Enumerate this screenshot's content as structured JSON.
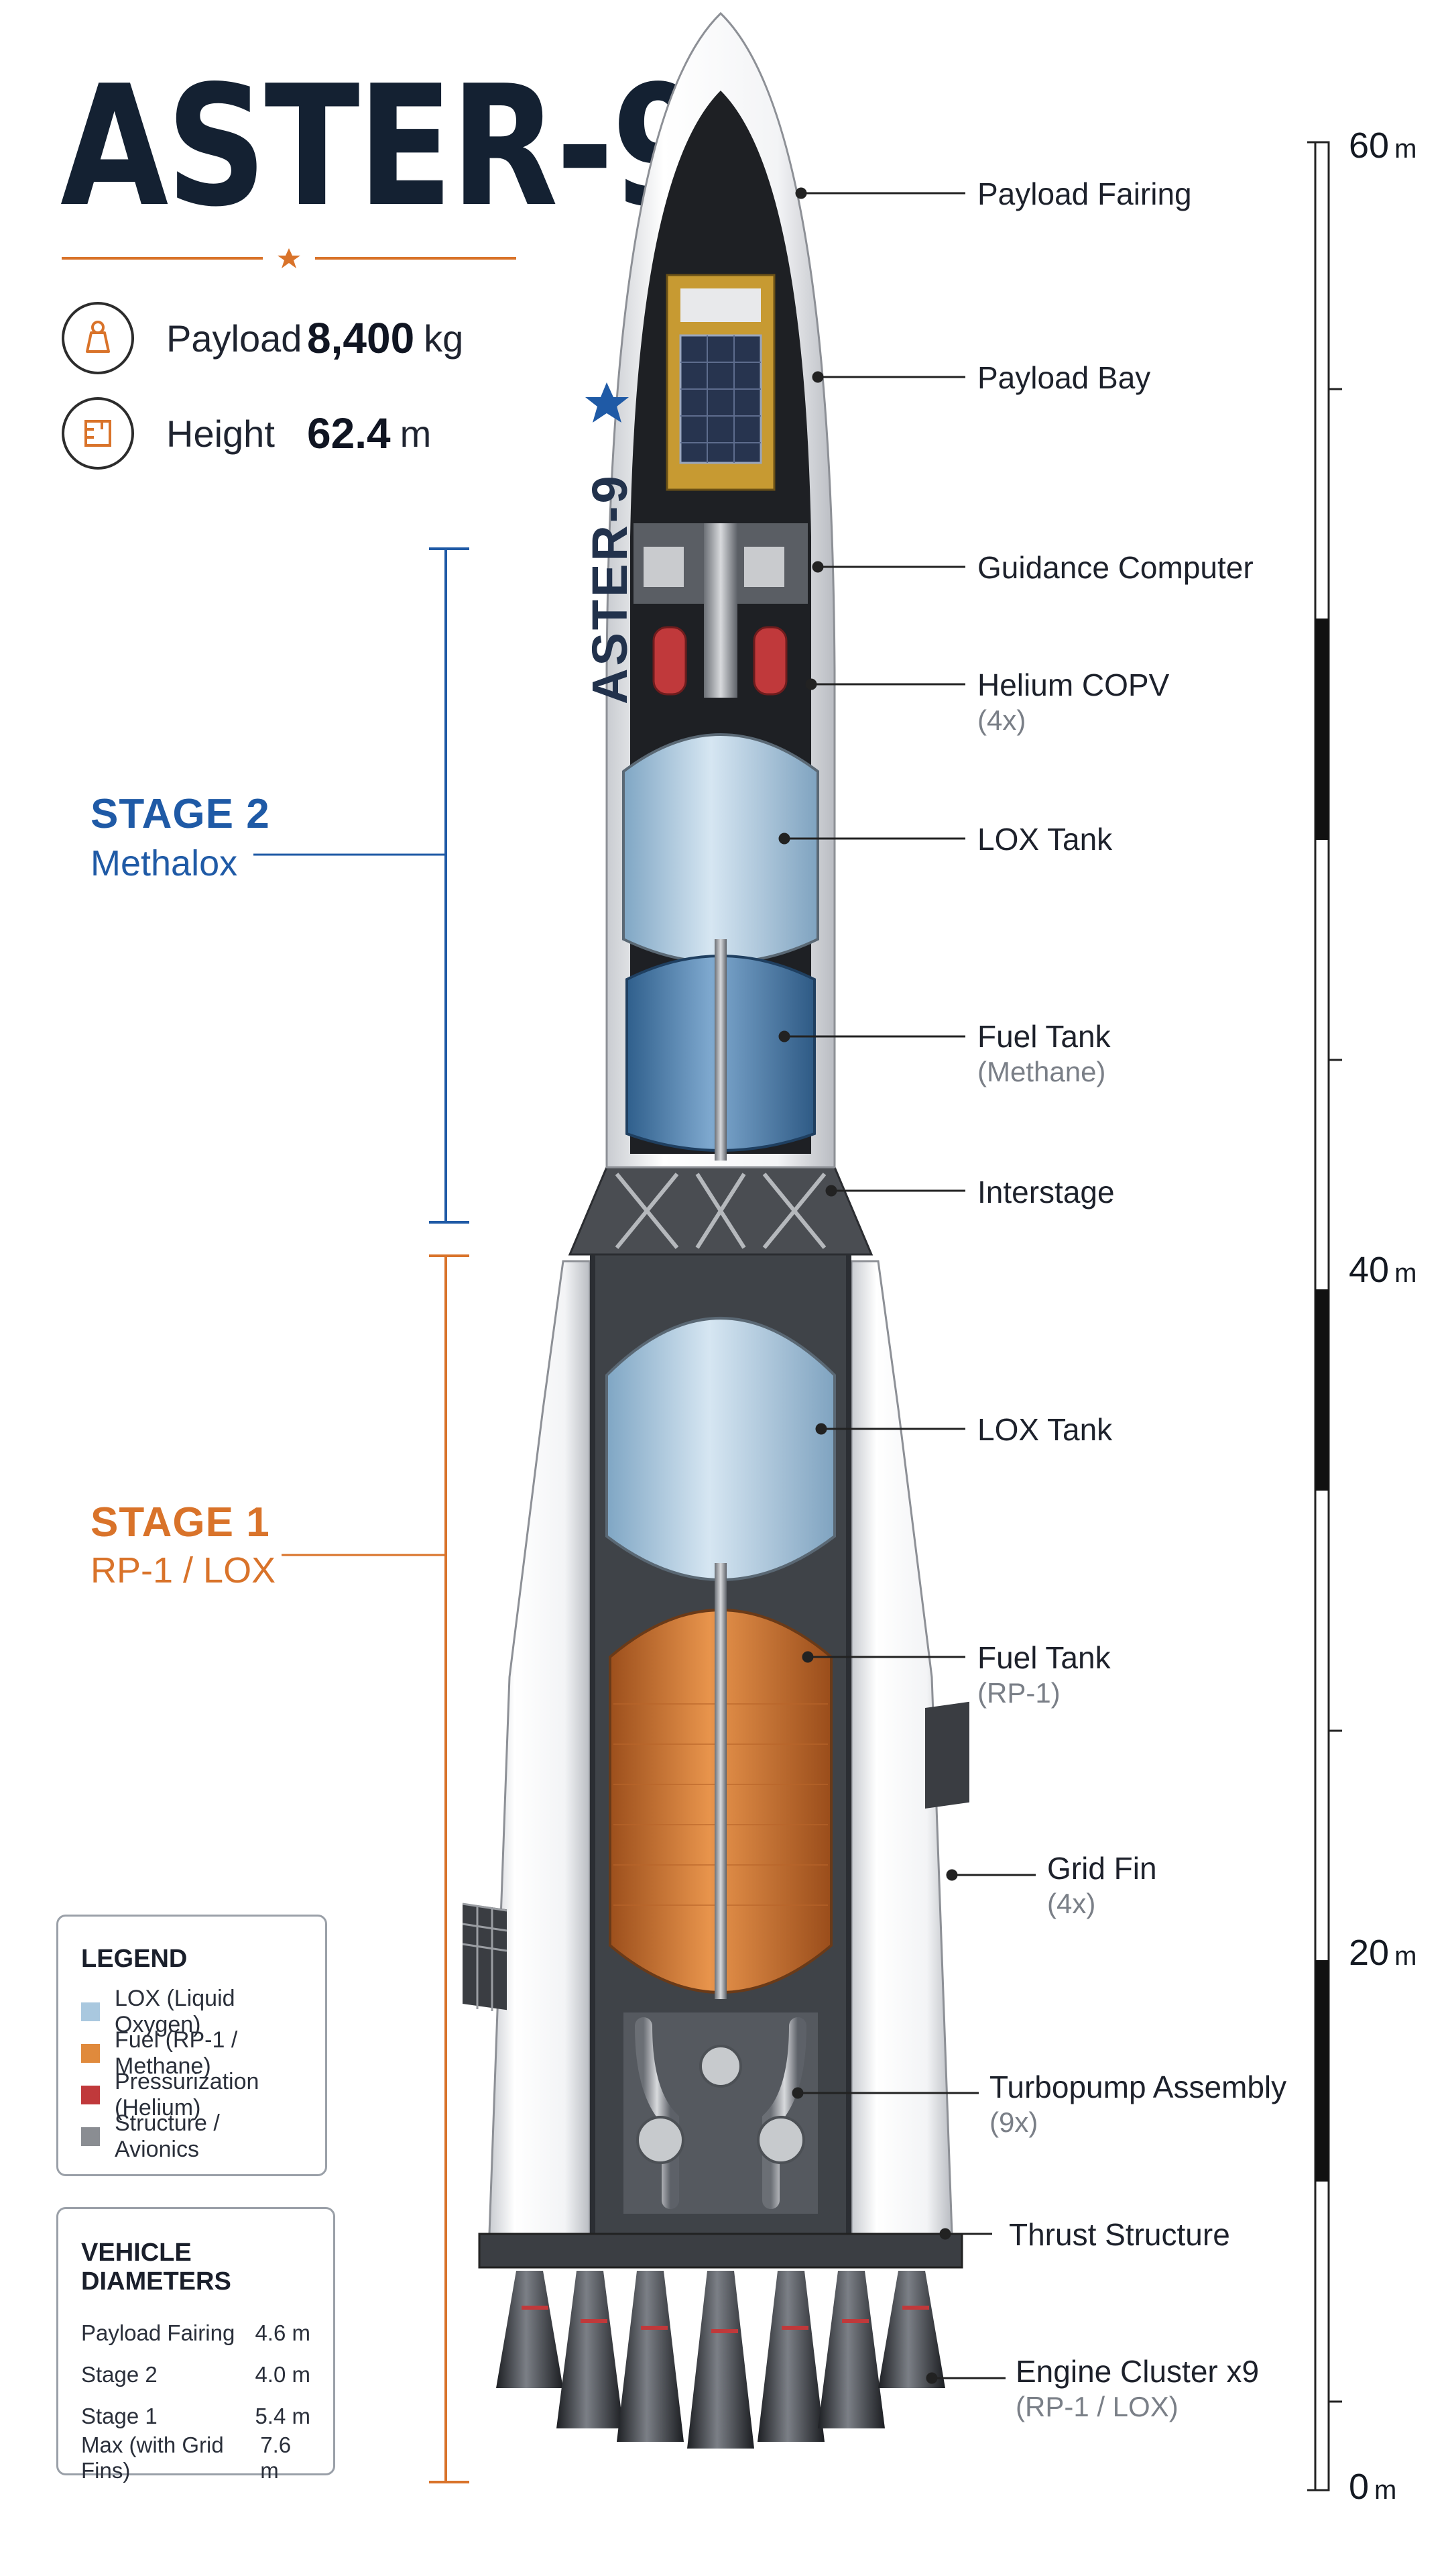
{
  "title": "ASTER-9",
  "stats": [
    {
      "icon": "weight-icon",
      "label": "Payload",
      "value": "8,400",
      "unit": "kg"
    },
    {
      "icon": "ruler-icon",
      "label": "Height",
      "value": "62.4",
      "unit": "m"
    }
  ],
  "stages": {
    "stage2": {
      "title": "STAGE 2",
      "subtitle": "Methalox",
      "color": "#1f5aa6"
    },
    "stage1": {
      "title": "STAGE 1",
      "subtitle": "RP-1 / LOX",
      "color": "#d9732a"
    }
  },
  "body_text": "ASTER-9",
  "callouts": [
    {
      "label": "Payload Fairing",
      "sub": ""
    },
    {
      "label": "Payload Bay",
      "sub": ""
    },
    {
      "label": "Guidance Computer",
      "sub": ""
    },
    {
      "label": "Helium COPV",
      "sub": "(4x)"
    },
    {
      "label": "LOX Tank",
      "sub": ""
    },
    {
      "label": "Fuel Tank",
      "sub": "(Methane)"
    },
    {
      "label": "Interstage",
      "sub": ""
    },
    {
      "label": "LOX Tank",
      "sub": ""
    },
    {
      "label": "Fuel Tank",
      "sub": "(RP-1)"
    },
    {
      "label": "Grid Fin",
      "sub": "(4x)"
    },
    {
      "label": "Turbopump Assembly",
      "sub": "(9x)"
    },
    {
      "label": "Thrust Structure",
      "sub": ""
    },
    {
      "label": "Engine Cluster x9",
      "sub": "(RP-1 / LOX)"
    }
  ],
  "legend": {
    "title": "LEGEND",
    "items": [
      {
        "label": "LOX (Liquid Oxygen)",
        "color": "#a9c8df"
      },
      {
        "label": "Fuel (RP-1 / Methane)",
        "color": "#e08a3c"
      },
      {
        "label": "Pressurization (Helium)",
        "color": "#c0393b"
      },
      {
        "label": "Structure / Avionics",
        "color": "#8a8d92"
      }
    ]
  },
  "diameters": {
    "title": "VEHICLE DIAMETERS",
    "rows": [
      {
        "label": "Payload Fairing",
        "value": "4.6 m"
      },
      {
        "label": "Stage 2",
        "value": "4.0 m"
      },
      {
        "label": "Stage 1",
        "value": "5.4 m"
      },
      {
        "label": "Max (with Grid Fins)",
        "value": "7.6 m"
      }
    ]
  },
  "scale": {
    "ticks": [
      {
        "value": "60",
        "unit": "m"
      },
      {
        "value": "40",
        "unit": "m"
      },
      {
        "value": "20",
        "unit": "m"
      },
      {
        "value": "0",
        "unit": "m"
      }
    ]
  },
  "colors": {
    "accent_orange": "#d9732a",
    "accent_blue": "#1f5aa6",
    "navy": "#142132"
  }
}
